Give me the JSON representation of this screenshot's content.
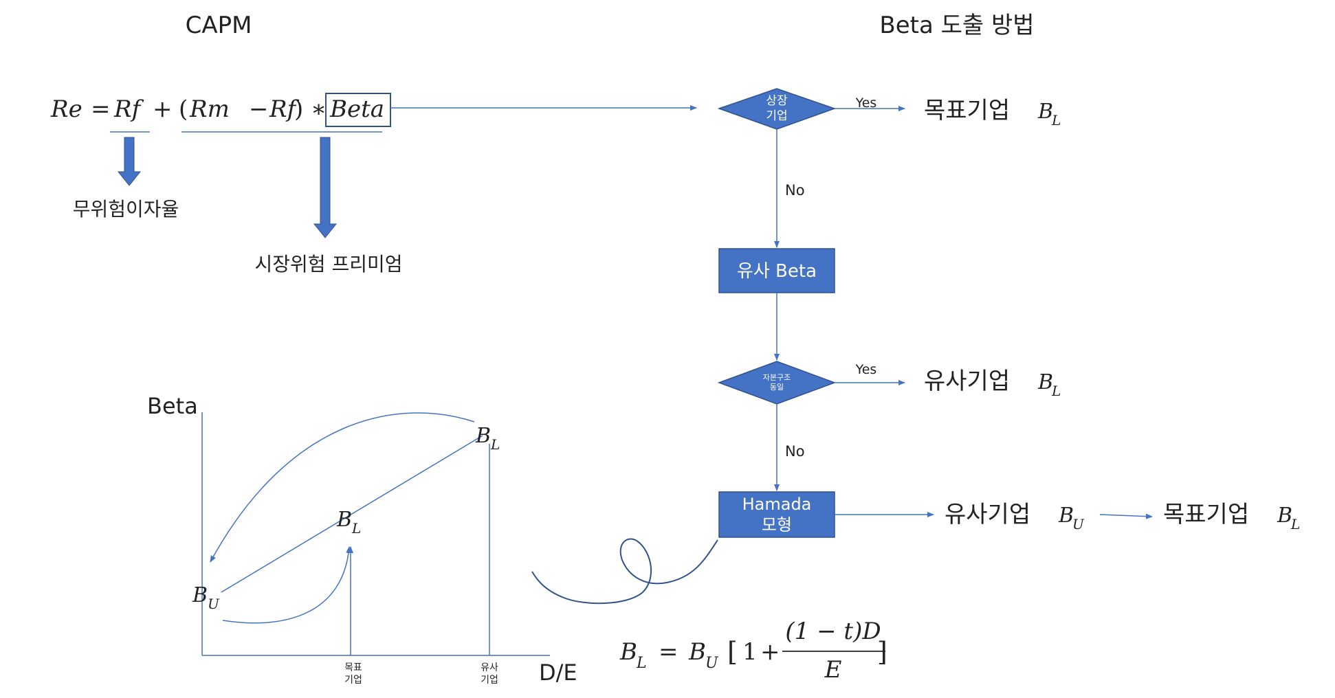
{
  "colors": {
    "shape_fill": "#4472C4",
    "shape_stroke": "#2F528F",
    "line": "#4472C4",
    "text": "#222222",
    "shape_text": "#ffffff"
  },
  "headings": {
    "capm": "CAPM",
    "beta_method": "Beta 도출 방법"
  },
  "capm_formula": {
    "re": "Re",
    "eq": "=",
    "rf": "Rf",
    "plus": "+",
    "paren_open": "(",
    "rm": "Rm",
    "minus": "−",
    "rf2": "Rf",
    "paren_close": ")",
    "mult": "∗",
    "beta": "Beta"
  },
  "capm_labels": {
    "risk_free": "무위험이자율",
    "market_premium": "시장위험 프리미엄"
  },
  "flowchart": {
    "decision1": {
      "line1": "상장",
      "line2": "기업"
    },
    "decision1_yes": "Yes",
    "decision1_no": "No",
    "result1": {
      "text": "목표기업",
      "var": "B",
      "sub": "L"
    },
    "process1": "유사 Beta",
    "decision2": {
      "line1": "자본구조",
      "line2": "동일"
    },
    "decision2_yes": "Yes",
    "decision2_no": "No",
    "result2": {
      "text": "유사기업",
      "var": "B",
      "sub": "L"
    },
    "process2": {
      "line1": "Hamada",
      "line2": "모형"
    },
    "result3": {
      "text": "유사기업",
      "var": "B",
      "sub": "U"
    },
    "result4": {
      "text": "목표기업",
      "var": "B",
      "sub": "L"
    }
  },
  "graph": {
    "ylabel": "Beta",
    "xlabel": "D/E",
    "points": {
      "bu": {
        "var": "B",
        "sub": "U"
      },
      "bl_target": {
        "var": "B",
        "sub": "L"
      },
      "bl_peer": {
        "var": "B",
        "sub": "L"
      }
    },
    "ticks": {
      "target": {
        "line1": "목표",
        "line2": "기업"
      },
      "peer": {
        "line1": "유사",
        "line2": "기업"
      }
    }
  },
  "hamada_formula": {
    "bl": "B",
    "bl_sub": "L",
    "eq": "=",
    "bu": "B",
    "bu_sub": "U",
    "bracket_open": "[",
    "one": "1",
    "plus": "+",
    "numerator": "(1 − t)D",
    "denominator": "E",
    "bracket_close": "]"
  }
}
